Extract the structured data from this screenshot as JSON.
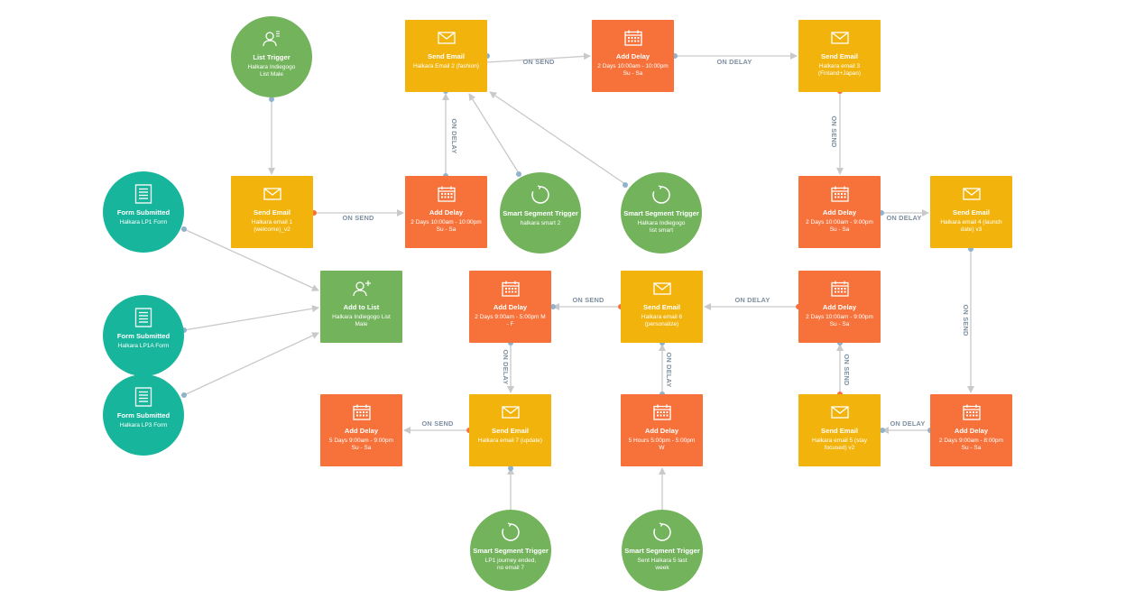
{
  "edge_labels": {
    "on_send": "ON SEND",
    "on_delay": "ON DELAY"
  },
  "colors": {
    "send_email": "#f2b40c",
    "add_delay": "#f7723a",
    "trigger": "#72b35c",
    "form_submitted": "#17b59c",
    "connector": "#c9c9c9",
    "label": "#7d8fa0"
  },
  "nodes": {
    "list_trigger": {
      "title": "List Trigger",
      "sub": "Halkara Indiegogo List Male",
      "icon": "person-list-icon"
    },
    "send_email_2": {
      "title": "Send Email",
      "sub": "Halkara Email 2 (fashion)",
      "icon": "envelope-icon"
    },
    "add_delay_top": {
      "title": "Add Delay",
      "sub": "2 Days 10:00am - 10:00pm Su - Sa",
      "icon": "calendar-icon"
    },
    "send_email_3": {
      "title": "Send Email",
      "sub": "Halkara email 3 (Finland+Japan)",
      "icon": "envelope-icon"
    },
    "form_lp1": {
      "title": "Form Submitted",
      "sub": "Halkara LP1 Form",
      "icon": "form-icon"
    },
    "send_email_1": {
      "title": "Send Email",
      "sub": "Halkara email 1 (welcome)_v2",
      "icon": "envelope-icon"
    },
    "add_delay_2": {
      "title": "Add Delay",
      "sub": "2 Days 10:00am - 10:00pm Su - Sa",
      "icon": "calendar-icon"
    },
    "smart_trigger_smart2": {
      "title": "Smart Segment Trigger",
      "sub": "halkara smart 2",
      "icon": "refresh-icon"
    },
    "smart_trigger_listsmart": {
      "title": "Smart Segment Trigger",
      "sub": "Halkara Indiegogo list smart",
      "icon": "refresh-icon"
    },
    "add_delay_right": {
      "title": "Add Delay",
      "sub": "2 Days 10:00am - 9:00pm Su - Sa",
      "icon": "calendar-icon"
    },
    "send_email_4": {
      "title": "Send Email",
      "sub": "Halkara email 4 (launch date) v3",
      "icon": "envelope-icon"
    },
    "add_to_list": {
      "title": "Add to List",
      "sub": "Halkara Indiegogo List Male",
      "icon": "person-add-icon"
    },
    "add_delay_mf": {
      "title": "Add Delay",
      "sub": "2 Days 9:00am - 5:00pm M - F",
      "icon": "calendar-icon"
    },
    "send_email_6": {
      "title": "Send Email",
      "sub": "Halkara email 6 (personalize)",
      "icon": "envelope-icon"
    },
    "add_delay_mid": {
      "title": "Add Delay",
      "sub": "2 Days 10:00am - 9:00pm Su - Sa",
      "icon": "calendar-icon"
    },
    "form_lp1a": {
      "title": "Form Submitted",
      "sub": "Halkara LP1A Form",
      "icon": "form-icon"
    },
    "form_lp3": {
      "title": "Form Submitted",
      "sub": "Halkara LP3 Form",
      "icon": "form-icon"
    },
    "add_delay_5days": {
      "title": "Add Delay",
      "sub": "5 Days 9:00am - 9:00pm Su - Sa",
      "icon": "calendar-icon"
    },
    "send_email_7": {
      "title": "Send Email",
      "sub": "Halkara email 7 (update)",
      "icon": "envelope-icon"
    },
    "add_delay_5hours": {
      "title": "Add Delay",
      "sub": "5 Hours 5:00pm - 5:00pm W",
      "icon": "calendar-icon"
    },
    "send_email_5": {
      "title": "Send Email",
      "sub": "Halkara email 5 (stay focused) v2",
      "icon": "envelope-icon"
    },
    "add_delay_8pm": {
      "title": "Add Delay",
      "sub": "2 Days 9:00am - 8:00pm Su - Sa",
      "icon": "calendar-icon"
    },
    "smart_trigger_lp1": {
      "title": "Smart Segment Trigger",
      "sub": "LP1 journey ended, no email 7",
      "icon": "refresh-icon"
    },
    "smart_trigger_sent5": {
      "title": "Smart Segment Trigger",
      "sub": "Sent Halkara 5 last week",
      "icon": "refresh-icon"
    }
  }
}
